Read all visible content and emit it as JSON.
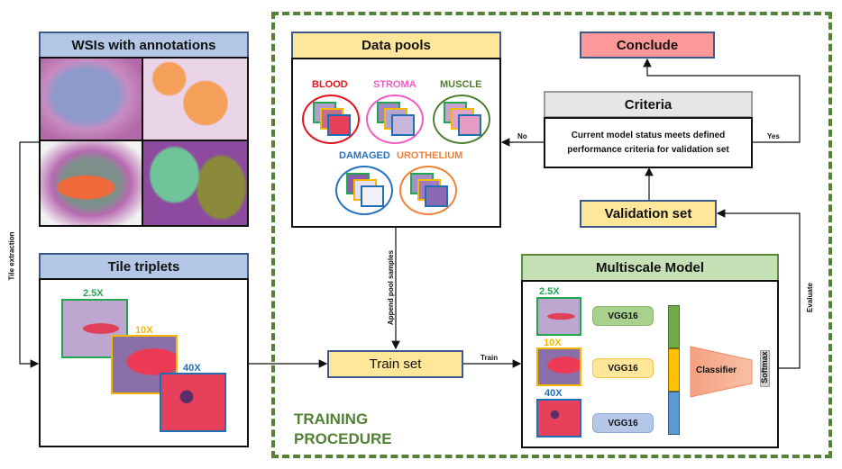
{
  "wsi_panel": {
    "title": "WSIs with annotations"
  },
  "tile_panel": {
    "title": "Tile triplets",
    "scales": [
      {
        "label": "2.5X",
        "color": "#22a651"
      },
      {
        "label": "10X",
        "color": "#f5b800"
      },
      {
        "label": "40X",
        "color": "#1f6fb4"
      }
    ]
  },
  "data_pools": {
    "title": "Data pools",
    "classes": [
      {
        "label": "BLOOD",
        "color": "#e8121c"
      },
      {
        "label": "STROMA",
        "color": "#f25cc4"
      },
      {
        "label": "MUSCLE",
        "color": "#4f7f2f"
      },
      {
        "label": "DAMAGED",
        "color": "#2472c0"
      },
      {
        "label": "UROTHELIUM",
        "color": "#f0823a"
      }
    ]
  },
  "conclude": {
    "label": "Conclude"
  },
  "criteria": {
    "title": "Criteria",
    "text_line1": "Current model status meets defined",
    "text_line2": "performance criteria for validation set"
  },
  "validation": {
    "label": "Validation set"
  },
  "train_set": {
    "label": "Train set"
  },
  "model": {
    "title": "Multiscale Model",
    "scales": [
      {
        "label": "2.5X",
        "color": "#22a651"
      },
      {
        "label": "10X",
        "color": "#f5b800"
      },
      {
        "label": "40X",
        "color": "#1f6fb4"
      }
    ],
    "backbones": [
      "VGG16",
      "VGG16",
      "VGG16"
    ],
    "classifier": "Classifier",
    "softmax": "Softmax"
  },
  "edges": {
    "tile_extraction": "Tile extraction",
    "append": "Append pool samples",
    "train": "Train",
    "evaluate": "Evaluate",
    "no": "No",
    "yes": "Yes"
  },
  "training_procedure": {
    "line1": "TRAINING",
    "line2": "PROCEDURE",
    "color": "#538135"
  }
}
